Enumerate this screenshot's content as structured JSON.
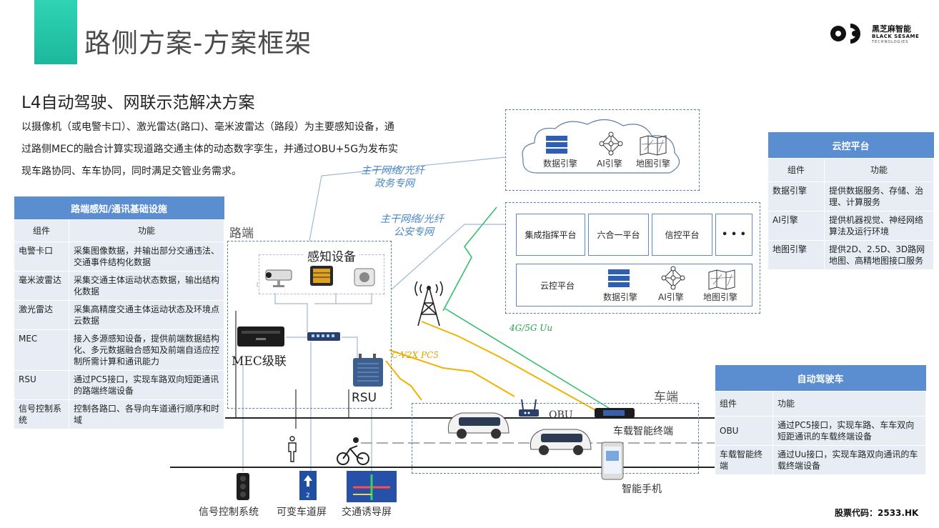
{
  "header": {
    "title": "路侧方案-方案框架",
    "logo_cn": "黑芝麻智能",
    "logo_en1": "BLACK SESAME",
    "logo_en2": "TECHNOLOGIES"
  },
  "subtitle": "L4自动驾驶、网联示范解决方案",
  "description": [
    "以摄像机（或电警卡口）、激光雷达(路口)、毫米波雷达（路段）为主要感知设备，通",
    "过路侧MEC的融合计算实现道路交通主体的动态数字孪生，并通过OBU+5G为发布实",
    "现车路协同、车车协同，同时满足交管业务需求。"
  ],
  "network": {
    "gov_line1": "主干网络/光纤",
    "gov_line2": "政务专网",
    "police_line1": "主干网络/光纤",
    "police_line2": "公安专网",
    "uu": "4G/5G Uu",
    "pc5": "C-V2X PC5"
  },
  "cloud": {
    "data_engine": "数据引擎",
    "ai_engine": "AI引擎",
    "map_engine": "地图引擎"
  },
  "platforms": {
    "p1": "集成指挥平台",
    "p2": "六合一平台",
    "p3": "信控平台",
    "more": "• • •",
    "cloud_label": "云控平台",
    "data_engine": "数据引擎",
    "ai_engine": "AI引擎",
    "map_engine": "地图引擎"
  },
  "roadside": {
    "zone": "路端",
    "sensing": "感知设备",
    "mec": "MEC级联",
    "rsu": "RSU",
    "signal": "信号控制系统",
    "lane_screen": "可变车道屏",
    "guide_screen": "交通诱导屏"
  },
  "vehicle": {
    "zone": "车端",
    "obu": "OBU",
    "terminal": "车载智能终端",
    "phone": "智能手机"
  },
  "table_infra": {
    "title": "路端感知/通讯基础设施",
    "col1": "组件",
    "col2": "功能",
    "rows": [
      {
        "c": "电警卡口",
        "f": "采集图像数据，并输出部分交通违法、交通事件结构化数据"
      },
      {
        "c": "毫米波雷达",
        "f": "采集交通主体运动状态数据，输出结构化数据"
      },
      {
        "c": "激光雷达",
        "f": "采集高精度交通主体运动状态及环境点云数据"
      },
      {
        "c": "MEC",
        "f": "接入多源感知设备，提供前端数据结构化、多元数据融合感知及前端自适应控制所需计算和通讯能力"
      },
      {
        "c": "RSU",
        "f": "通过PC5接口，实现车路双向短距通讯的路端终端设备"
      },
      {
        "c": "信号控制系统",
        "f": "控制各路口、各导向车道通行顺序和时域"
      }
    ]
  },
  "table_cloud": {
    "title": "云控平台",
    "col1": "组件",
    "col2": "功能",
    "rows": [
      {
        "c": "数据引擎",
        "f": "提供数据服务、存储、治理、计算服务"
      },
      {
        "c": "AI引擎",
        "f": "提供机器视觉、神经网络算法及运行环境"
      },
      {
        "c": "地图引擎",
        "f": "提供2D、2.5D、3D路网地图、高精地图接口服务"
      }
    ]
  },
  "table_car": {
    "title": "自动驾驶车",
    "col1": "组件",
    "col2": "功能",
    "rows": [
      {
        "c": "OBU",
        "f": "通过PC5接口，实现车路、车车双向短距通讯的车载终端设备"
      },
      {
        "c": "车载智能终端",
        "f": "通过Uu接口，实现车路双向通讯的车载终端设备"
      }
    ]
  },
  "footer": {
    "stock": "股票代码：2533.HK"
  },
  "colors": {
    "accent": "#2fd3b4",
    "table_head": "#5b8ed0",
    "table_cell": "#e8edf5",
    "dashed": "#5a7fa6",
    "uu_line": "#27a34a",
    "pc5_line": "#f0b400"
  }
}
